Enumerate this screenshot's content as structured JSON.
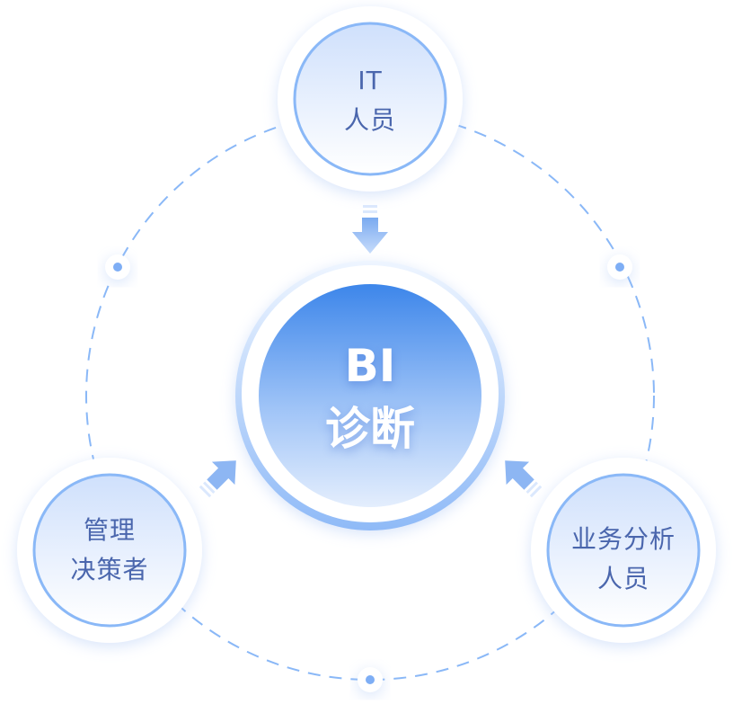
{
  "center": {
    "line1": "BI",
    "line2": "诊断"
  },
  "nodes": [
    {
      "line1": "IT",
      "line2": "人员"
    },
    {
      "line1": "管理",
      "line2": "决策者"
    },
    {
      "line1": "业务分析",
      "line2": "人员"
    }
  ],
  "colors": {
    "accent": "#4287ea",
    "ring": "#8ab8f7",
    "text": "#4a66ad"
  }
}
